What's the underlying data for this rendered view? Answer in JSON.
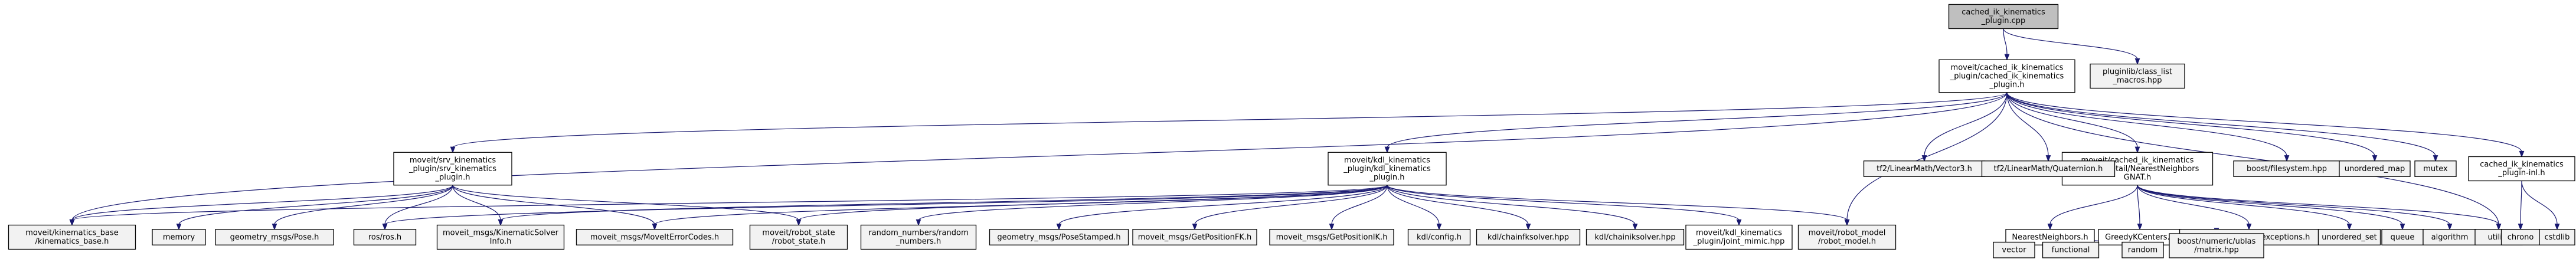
{
  "graph": {
    "nodes": [
      {
        "id": "root",
        "lines": [
          "cached_ik_kinematics",
          "_plugin.cpp"
        ],
        "style": "root"
      },
      {
        "id": "cikp_h",
        "lines": [
          "moveit/cached_ik_kinematics",
          "_plugin/cached_ik_kinematics",
          "_plugin.h"
        ],
        "style": "internal"
      },
      {
        "id": "class_list_macros",
        "lines": [
          "pluginlib/class_list",
          "_macros.hpp"
        ],
        "style": "external"
      },
      {
        "id": "srv_plugin",
        "lines": [
          "moveit/srv_kinematics",
          "_plugin/srv_kinematics",
          "_plugin.h"
        ],
        "style": "internal"
      },
      {
        "id": "kdl_plugin",
        "lines": [
          "moveit/kdl_kinematics",
          "_plugin/kdl_kinematics",
          "_plugin.h"
        ],
        "style": "internal"
      },
      {
        "id": "nn_gnat",
        "lines": [
          "moveit/cached_ik_kinematics",
          "_plugin/detail/NearestNeighbors",
          "GNAT.h"
        ],
        "style": "internal"
      },
      {
        "id": "cikp_inl",
        "lines": [
          "cached_ik_kinematics",
          "_plugin-inl.h"
        ],
        "style": "internal"
      },
      {
        "id": "kin_base",
        "lines": [
          "moveit/kinematics_base",
          "/kinematics_base.h"
        ],
        "style": "external"
      },
      {
        "id": "memory",
        "lines": [
          "memory"
        ],
        "style": "external"
      },
      {
        "id": "geom_pose",
        "lines": [
          "geometry_msgs/Pose.h"
        ],
        "style": "external"
      },
      {
        "id": "ros_h",
        "lines": [
          "ros/ros.h"
        ],
        "style": "external"
      },
      {
        "id": "ksi",
        "lines": [
          "moveit_msgs/KinematicSolver",
          "Info.h"
        ],
        "style": "external"
      },
      {
        "id": "errcodes",
        "lines": [
          "moveit_msgs/MoveItErrorCodes.h"
        ],
        "style": "external"
      },
      {
        "id": "robot_state",
        "lines": [
          "moveit/robot_state",
          "/robot_state.h"
        ],
        "style": "external"
      },
      {
        "id": "rand_nums",
        "lines": [
          "random_numbers/random",
          "_numbers.h"
        ],
        "style": "external"
      },
      {
        "id": "pose_stamped",
        "lines": [
          "geometry_msgs/PoseStamped.h"
        ],
        "style": "external"
      },
      {
        "id": "getfk",
        "lines": [
          "moveit_msgs/GetPositionFK.h"
        ],
        "style": "external"
      },
      {
        "id": "getik",
        "lines": [
          "moveit_msgs/GetPositionIK.h"
        ],
        "style": "external"
      },
      {
        "id": "kdl_config",
        "lines": [
          "kdl/config.h"
        ],
        "style": "external"
      },
      {
        "id": "chainfk",
        "lines": [
          "kdl/chainfksolver.hpp"
        ],
        "style": "external"
      },
      {
        "id": "chainik",
        "lines": [
          "kdl/chainiksolver.hpp"
        ],
        "style": "external"
      },
      {
        "id": "joint_mimic",
        "lines": [
          "moveit/kdl_kinematics",
          "_plugin/joint_mimic.hpp"
        ],
        "style": "internal"
      },
      {
        "id": "robot_model",
        "lines": [
          "moveit/robot_model",
          "/robot_model.h"
        ],
        "style": "external"
      },
      {
        "id": "vector3",
        "lines": [
          "tf2/LinearMath/Vector3.h"
        ],
        "style": "external"
      },
      {
        "id": "quaternion",
        "lines": [
          "tf2/LinearMath/Quaternion.h"
        ],
        "style": "external"
      },
      {
        "id": "nn_h",
        "lines": [
          "NearestNeighbors.h"
        ],
        "style": "internal"
      },
      {
        "id": "greedy",
        "lines": [
          "GreedyKCenters.h"
        ],
        "style": "internal"
      },
      {
        "id": "exceptions",
        "lines": [
          "moveit/exceptions/exceptions.h"
        ],
        "style": "external"
      },
      {
        "id": "unordered_set",
        "lines": [
          "unordered_set"
        ],
        "style": "external"
      },
      {
        "id": "queue",
        "lines": [
          "queue"
        ],
        "style": "external"
      },
      {
        "id": "algorithm",
        "lines": [
          "algorithm"
        ],
        "style": "external"
      },
      {
        "id": "utility",
        "lines": [
          "utility"
        ],
        "style": "external"
      },
      {
        "id": "boost_fs",
        "lines": [
          "boost/filesystem.hpp"
        ],
        "style": "external"
      },
      {
        "id": "unordered_map",
        "lines": [
          "unordered_map"
        ],
        "style": "external"
      },
      {
        "id": "mutex",
        "lines": [
          "mutex"
        ],
        "style": "external"
      },
      {
        "id": "chrono",
        "lines": [
          "chrono"
        ],
        "style": "external"
      },
      {
        "id": "cstdlib",
        "lines": [
          "cstdlib"
        ],
        "style": "external"
      },
      {
        "id": "vector",
        "lines": [
          "vector"
        ],
        "style": "external"
      },
      {
        "id": "functional",
        "lines": [
          "functional"
        ],
        "style": "external"
      },
      {
        "id": "random",
        "lines": [
          "random"
        ],
        "style": "external"
      },
      {
        "id": "boost_matrix",
        "lines": [
          "boost/numeric/ublas",
          "/matrix.hpp"
        ],
        "style": "external"
      }
    ],
    "edges": [
      [
        "root",
        "cikp_h"
      ],
      [
        "root",
        "class_list_macros"
      ],
      [
        "cikp_h",
        "srv_plugin"
      ],
      [
        "cikp_h",
        "kdl_plugin"
      ],
      [
        "cikp_h",
        "nn_gnat"
      ],
      [
        "cikp_h",
        "cikp_inl"
      ],
      [
        "cikp_h",
        "kin_base"
      ],
      [
        "cikp_h",
        "robot_model"
      ],
      [
        "cikp_h",
        "vector3"
      ],
      [
        "cikp_h",
        "quaternion"
      ],
      [
        "cikp_h",
        "boost_fs"
      ],
      [
        "cikp_h",
        "unordered_map"
      ],
      [
        "cikp_h",
        "mutex"
      ],
      [
        "cikp_h",
        "utility"
      ],
      [
        "srv_plugin",
        "kin_base"
      ],
      [
        "srv_plugin",
        "memory"
      ],
      [
        "srv_plugin",
        "geom_pose"
      ],
      [
        "srv_plugin",
        "ros_h"
      ],
      [
        "srv_plugin",
        "ksi"
      ],
      [
        "srv_plugin",
        "errcodes"
      ],
      [
        "srv_plugin",
        "robot_state"
      ],
      [
        "kdl_plugin",
        "kin_base"
      ],
      [
        "kdl_plugin",
        "ros_h"
      ],
      [
        "kdl_plugin",
        "ksi"
      ],
      [
        "kdl_plugin",
        "errcodes"
      ],
      [
        "kdl_plugin",
        "robot_state"
      ],
      [
        "kdl_plugin",
        "rand_nums"
      ],
      [
        "kdl_plugin",
        "pose_stamped"
      ],
      [
        "kdl_plugin",
        "getfk"
      ],
      [
        "kdl_plugin",
        "getik"
      ],
      [
        "kdl_plugin",
        "kdl_config"
      ],
      [
        "kdl_plugin",
        "chainfk"
      ],
      [
        "kdl_plugin",
        "chainik"
      ],
      [
        "kdl_plugin",
        "joint_mimic"
      ],
      [
        "kdl_plugin",
        "robot_model"
      ],
      [
        "nn_gnat",
        "nn_h"
      ],
      [
        "nn_gnat",
        "greedy"
      ],
      [
        "nn_gnat",
        "exceptions"
      ],
      [
        "nn_gnat",
        "unordered_set"
      ],
      [
        "nn_gnat",
        "queue"
      ],
      [
        "nn_gnat",
        "algorithm"
      ],
      [
        "nn_gnat",
        "utility"
      ],
      [
        "cikp_inl",
        "chrono"
      ],
      [
        "cikp_inl",
        "cstdlib"
      ],
      [
        "nn_h",
        "vector"
      ],
      [
        "nn_h",
        "functional"
      ],
      [
        "greedy",
        "functional"
      ],
      [
        "greedy",
        "random"
      ],
      [
        "greedy",
        "boost_matrix"
      ]
    ]
  },
  "colors": {
    "edge": "#191970",
    "root_fill": "#bfbfbf",
    "internal_fill": "#ffffff",
    "external_fill": "#f2f2f2",
    "external_stroke": "#bfbfbf",
    "text": "#000000"
  }
}
